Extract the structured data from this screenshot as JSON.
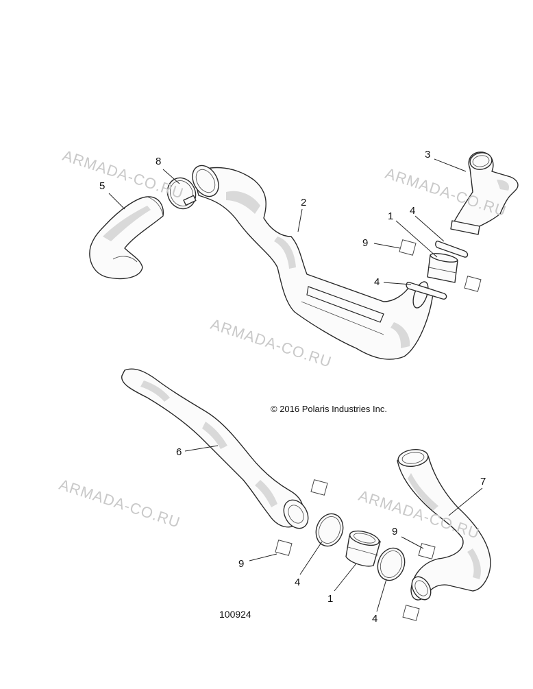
{
  "watermarks": [
    "ARMADA-CO.RU",
    "ARMADA-CO.RU",
    "ARMADA-CO.RU",
    "ARMADA-CO.RU",
    "ARMADA-CO.RU"
  ],
  "copyright": "© 2016 Polaris Industries Inc.",
  "figure_number": "100924",
  "callouts": [
    "8",
    "5",
    "2",
    "3",
    "4",
    "1",
    "9",
    "4",
    "6",
    "7",
    "9",
    "9",
    "4",
    "1",
    "4"
  ],
  "colors": {
    "line": "#2a2a2a",
    "shade": "#d9d9d9",
    "watermark": "#c9c9c9"
  }
}
